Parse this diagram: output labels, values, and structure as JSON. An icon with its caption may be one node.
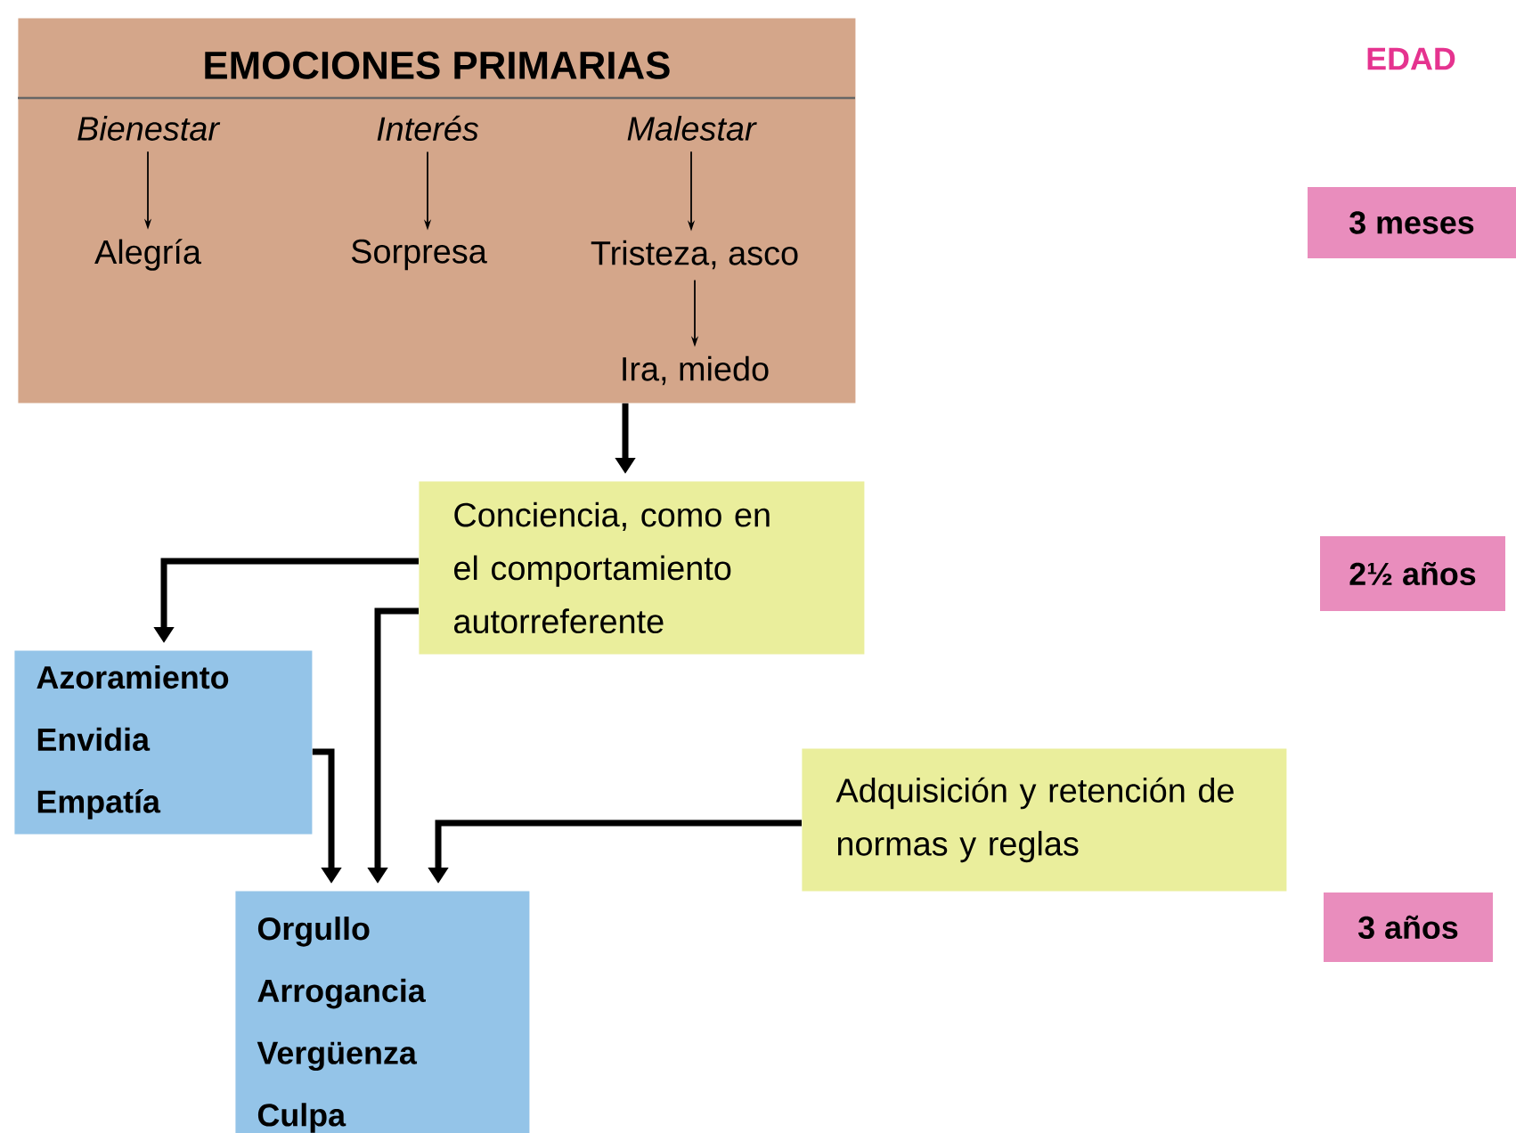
{
  "diagram": {
    "nodes": [
      {
        "text": [
          "EMOCIONES PRIMARIAS"
        ]
      },
      {
        "text": [
          "Bienestar"
        ],
        "in": 0
      },
      {
        "text": [
          "Interés"
        ],
        "in": 0
      },
      {
        "text": [
          "Malestar"
        ],
        "in": 0
      },
      {
        "text": [
          "Alegría"
        ],
        "in": 0
      },
      {
        "text": [
          "Sorpresa"
        ],
        "in": 0
      },
      {
        "text": [
          "Tristeza, asco"
        ],
        "in": 0
      },
      {
        "text": [
          "Ira, miedo"
        ],
        "in": 0
      },
      {
        "text": [
          "Conciencia, como en el comportamiento autorreferente"
        ]
      },
      {
        "text": [
          "Azoramiento",
          "Envidia",
          "Empatía"
        ]
      },
      {
        "text": [
          "Adquisición y retención de normas y reglas"
        ]
      },
      {
        "text": [
          "Orgullo",
          "Arrogancia",
          "Vergüenza",
          "Culpa"
        ]
      },
      {
        "text": [
          "3 meses"
        ]
      },
      {
        "text": [
          "2½ años"
        ]
      },
      {
        "text": [
          "3 años"
        ]
      }
    ],
    "edges": [
      {
        "from": 1,
        "to": 4,
        "arrow": "to"
      },
      {
        "from": 2,
        "to": 5,
        "arrow": "to"
      },
      {
        "from": 3,
        "to": 6,
        "arrow": "to"
      },
      {
        "from": 6,
        "to": 7,
        "arrow": "to"
      },
      {
        "from": 0,
        "to": 8,
        "arrow": "to"
      },
      {
        "from": 8,
        "to": 9,
        "arrow": "to"
      },
      {
        "from": 8,
        "to": 11,
        "arrow": "to"
      },
      {
        "from": 9,
        "to": 11,
        "arrow": "to"
      },
      {
        "from": 10,
        "to": 11,
        "arrow": "to"
      }
    ],
    "labels": [
      "EDAD"
    ]
  }
}
